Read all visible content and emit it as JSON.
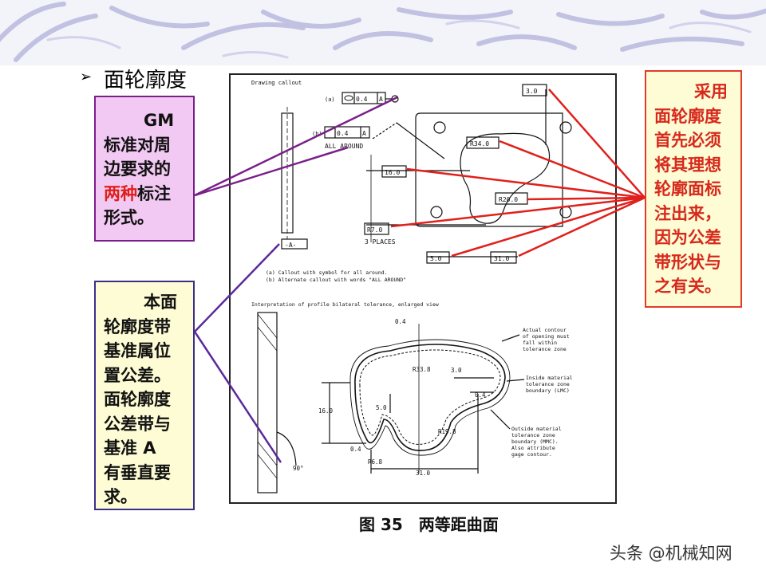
{
  "slide": {
    "title": "面轮廓度",
    "box_gm": {
      "l1": "GM",
      "l2": "标准对周",
      "l3": "边要求的",
      "l4_red": "两种",
      "l4_rest": "标注",
      "l5": "形式。"
    },
    "box_datum": {
      "lines": [
        "本面",
        "轮廓度带",
        "基准属位",
        "置公差。",
        "面轮廓度",
        "公差带与",
        "基准 A",
        "有垂直要",
        "求。"
      ]
    },
    "box_reason": {
      "lines": [
        "采用",
        "面轮廓度",
        "首先必须",
        "将其理想",
        "轮廓面标",
        "注出来，",
        "因为公差",
        "带形状与",
        "之有关。"
      ]
    },
    "caption": "图 35　两等距曲面",
    "watermark": "头条 @机械知网"
  },
  "drawing": {
    "callout_heading": "Drawing callout",
    "a_label": "(a)",
    "a_value": "0.4",
    "a_datum": "A",
    "b_label": "(b)",
    "b_value": "0.4",
    "b_datum": "A",
    "all_around": "ALL AROUND",
    "datum_a": "-A-",
    "dim_30": "3.0",
    "dim_r34": "R34.0",
    "dim_16": "16.0",
    "dim_r20": "R20.0",
    "dim_r7": "R7.0",
    "three_places": "3 PLACES",
    "dim_5": "5.0",
    "dim_31": "31.0",
    "note_a": "(a) Callout with symbol for all around.",
    "note_b": "(b) Alternate callout with words \"ALL AROUND\"",
    "interp_heading": "Interpretation of profile bilateral tolerance, enlarged view",
    "i_04_top": "0.4",
    "i_r338": "R33.8",
    "i_30": "3.0",
    "i_04_right": "0.4",
    "i_16": "16.0",
    "i_50": "5.0",
    "i_r198": "R19.8",
    "i_04_left": "0.4",
    "i_r68": "R6.8",
    "i_31": "31.0",
    "i_90": "90°",
    "note_actual": [
      "Actual contour",
      "of opening must",
      "fall within",
      "tolerance zone"
    ],
    "note_inside": [
      "Inside material",
      "tolerance zone",
      "boundary (LMC)"
    ],
    "note_outside": [
      "Outside material",
      "tolerance zone",
      "boundary (MMC).",
      "Also attribute",
      "gage contour."
    ]
  },
  "colors": {
    "accent_red": "#e0201b",
    "purple": "#7a1f8a",
    "gm_box": "#f2c9f2",
    "note_box": "#fdfcd4"
  }
}
